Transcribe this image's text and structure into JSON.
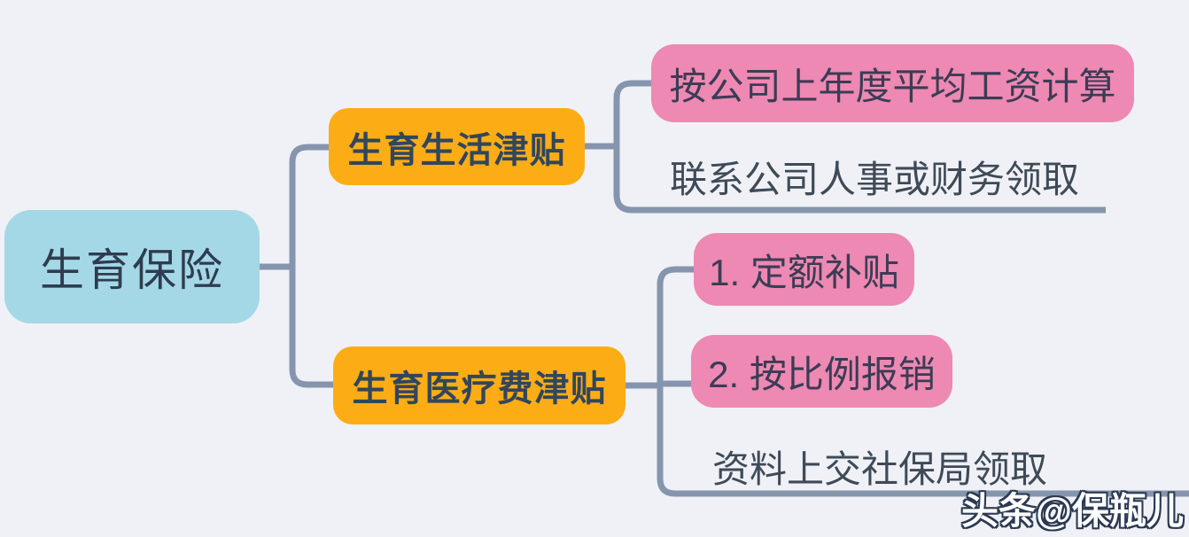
{
  "diagram": {
    "title_hint": "maternity insurance mind map",
    "root": {
      "label": "生育保险"
    },
    "branches": [
      {
        "label": "生育生活津贴",
        "children": [
          {
            "label": "按公司上年度平均工资计算",
            "style": "pink-box"
          },
          {
            "label": "联系公司人事或财务领取",
            "style": "underlined-text"
          }
        ]
      },
      {
        "label": "生育医疗费津贴",
        "children": [
          {
            "label": "1. 定额补贴",
            "style": "pink-box"
          },
          {
            "label": "2. 按比例报销",
            "style": "pink-box"
          },
          {
            "label": "资料上交社保局领取",
            "style": "underlined-text"
          }
        ]
      }
    ],
    "watermark": "头条@保瓶儿",
    "colors": {
      "bg": "#eff1f6",
      "root": "#a4d8e6",
      "branch": "#fcad16",
      "leaf": "#ed89b2",
      "line": "#8695ae"
    }
  }
}
